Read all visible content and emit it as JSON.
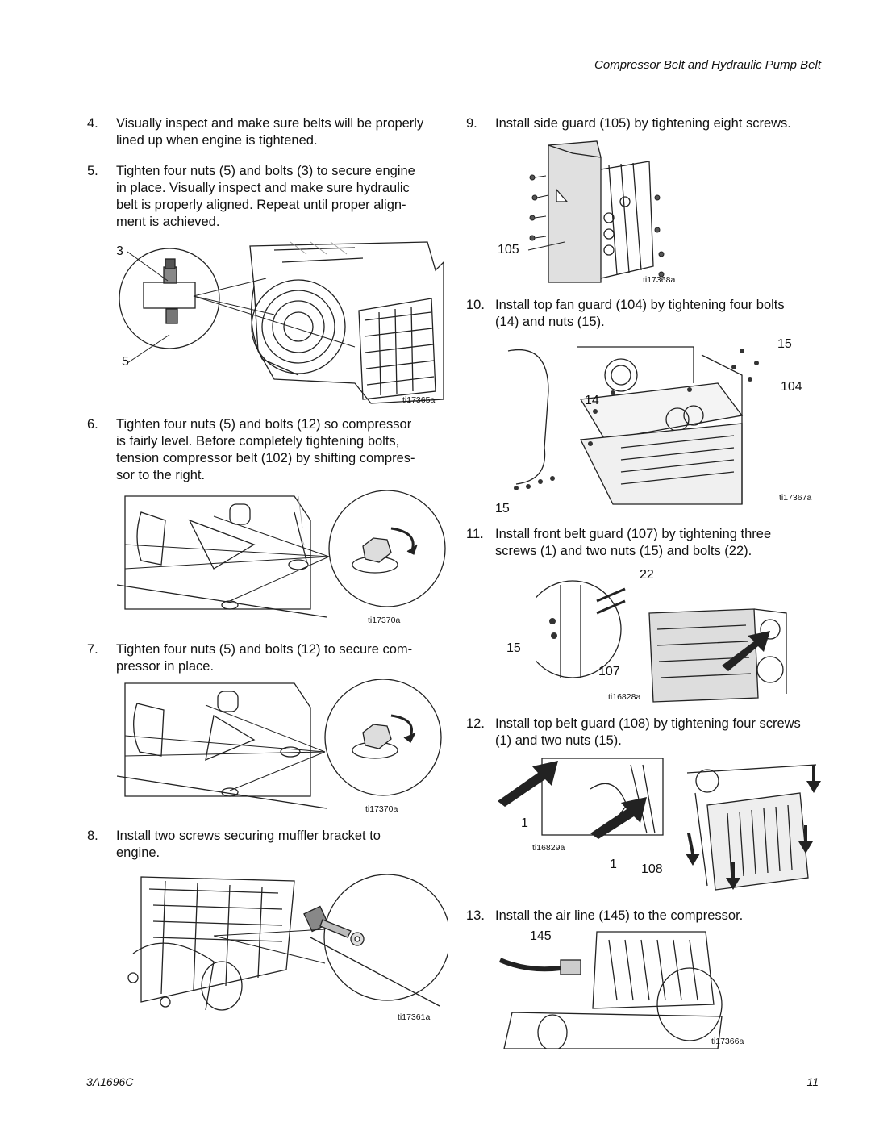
{
  "header": {
    "section_title": "Compressor Belt and Hydraulic Pump Belt"
  },
  "footer": {
    "doc_number": "3A1696C",
    "page_number": "11"
  },
  "steps": [
    {
      "num": "4.",
      "lines": [
        "Visually inspect and make sure belts will be properly",
        "lined up when engine is tightened."
      ]
    },
    {
      "num": "5.",
      "lines": [
        "Tighten four nuts (5) and bolts (3) to secure engine",
        "in place. Visually inspect and make sure hydraulic",
        "belt is properly aligned. Repeat until proper align-",
        "ment is achieved."
      ]
    },
    {
      "num": "6.",
      "lines": [
        "Tighten four nuts (5) and bolts (12) so compressor",
        "is fairly level. Before completely tightening bolts,",
        "tension compressor belt (102) by shifting compres-",
        "sor to the right."
      ]
    },
    {
      "num": "7.",
      "lines": [
        "Tighten four nuts (5) and bolts (12) to secure com-",
        "pressor in place."
      ]
    },
    {
      "num": "8.",
      "lines": [
        "Install two screws securing muffler bracket to",
        "engine."
      ]
    },
    {
      "num": "9.",
      "lines": [
        "Install side guard (105) by tightening eight screws."
      ]
    },
    {
      "num": "10.",
      "lines": [
        "Install top fan guard (104) by tightening four bolts",
        "(14) and nuts (15)."
      ]
    },
    {
      "num": "11.",
      "lines": [
        "Install front belt guard (107) by tightening three",
        "screws (1) and two nuts (15) and bolts (22)."
      ]
    },
    {
      "num": "12.",
      "lines": [
        "Install top belt guard (108) by tightening four screws",
        "(1) and two nuts (15)."
      ]
    },
    {
      "num": "13.",
      "lines": [
        "Install the air line (145) to the compressor."
      ]
    }
  ],
  "figures": {
    "fig1": {
      "id": "ti17365a",
      "callouts": [
        "3",
        "5"
      ]
    },
    "fig2": {
      "id": "ti17370a"
    },
    "fig3": {
      "id": "ti17370a"
    },
    "fig4": {
      "id": "ti17361a"
    },
    "fig5": {
      "id": "ti17368a",
      "callouts": [
        "105"
      ]
    },
    "fig6": {
      "id": "ti17367a",
      "callouts": [
        "15",
        "104",
        "14",
        "15"
      ]
    },
    "fig7": {
      "id": "ti16828a",
      "callouts": [
        "22",
        "15",
        "107"
      ]
    },
    "fig8": {
      "id": "ti16829a",
      "callouts": [
        "1",
        "1",
        "108"
      ]
    },
    "fig9": {
      "id": "ti17366a",
      "callouts": [
        "145"
      ]
    }
  }
}
